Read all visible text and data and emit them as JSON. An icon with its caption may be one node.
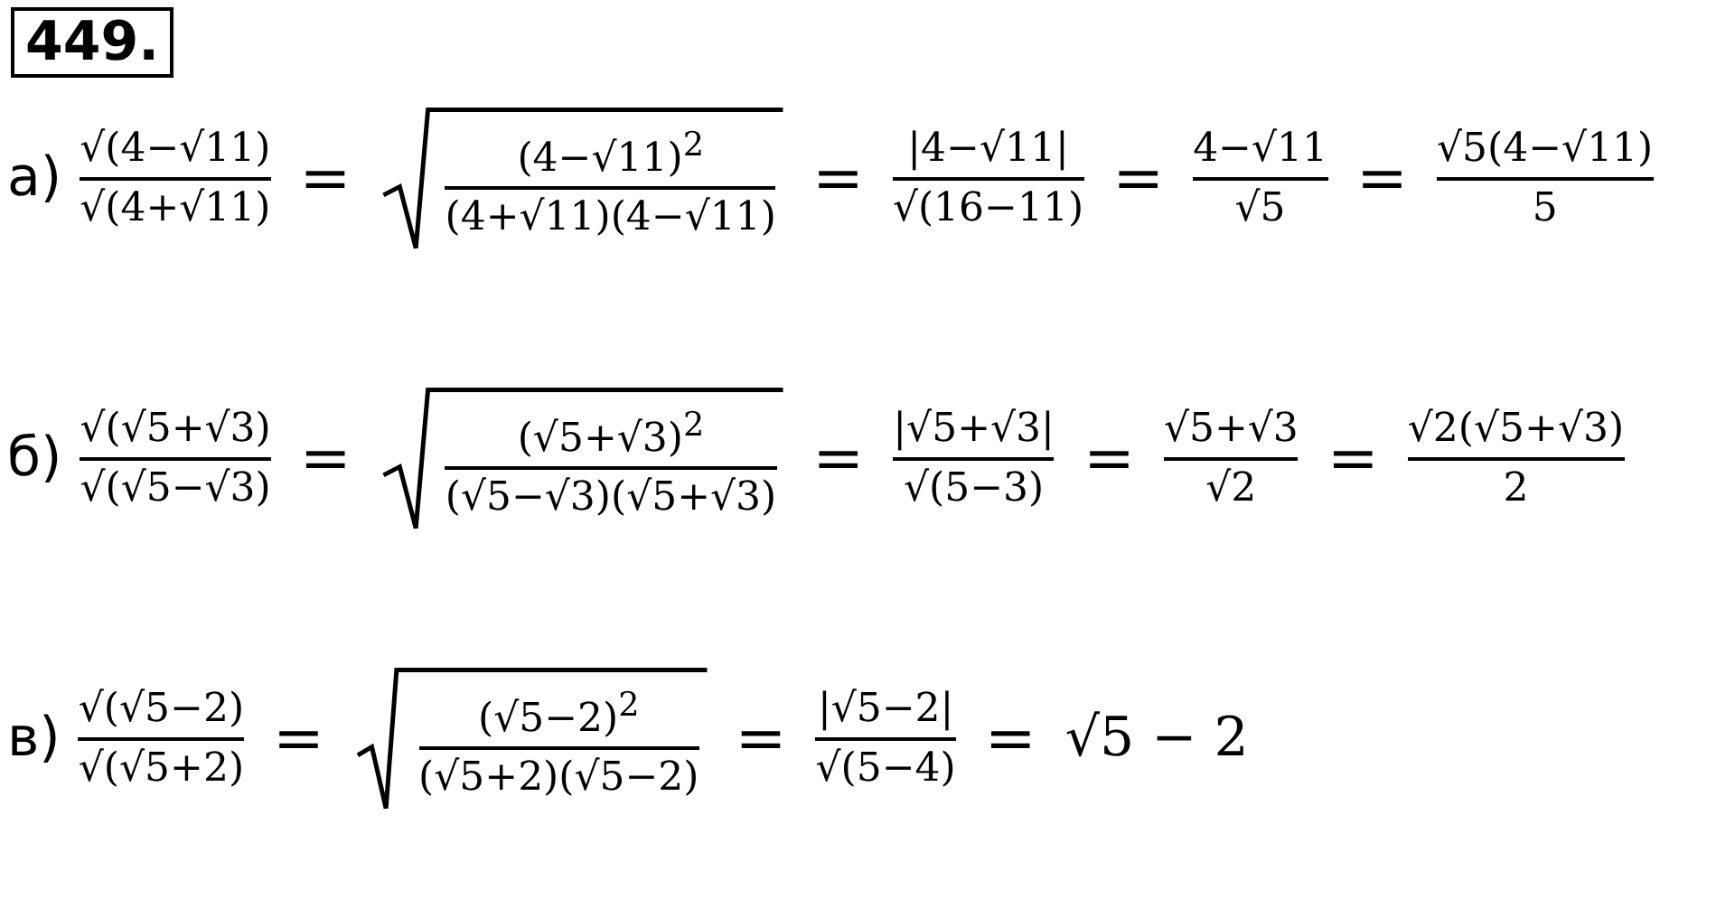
{
  "diagram": {
    "title": "449.",
    "labels": [
      "а)",
      "√(4−√11)",
      "√(4+√11)",
      "=",
      "(4−√11)$^{2}$",
      "(4+√11)(4−√11)",
      "=",
      "|4−√11|",
      "√(16−11)",
      "=",
      "4−√11",
      "√5",
      "=",
      "√5(4−√11)",
      "5",
      "б)",
      "√(√5+√3)",
      "√(√5−√3)",
      "=",
      "(√5+√3)$^{2}$",
      "(√5−√3)(√5+√3)",
      "=",
      "|√5+√3|",
      "√(5−3)",
      "=",
      "√5+√3",
      "√2",
      "=",
      "√2(√5+√3)",
      "2",
      "в)",
      "√(√5−2)",
      "√(√5+2)",
      "=",
      "(√5−2)$^{2}$",
      "(√5+2)(√5−2)",
      "=",
      "|√5−2|",
      "√(5−4)",
      "=",
      "√5 − 2"
    ]
  }
}
